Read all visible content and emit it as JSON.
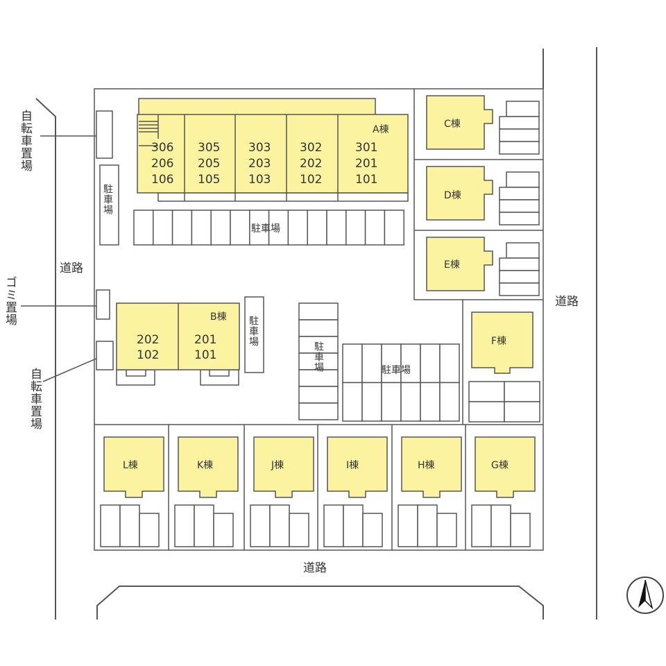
{
  "labels": {
    "road": "道路",
    "parking": "駐車場",
    "bicycle_parking": "自転車置場",
    "garbage": "ゴミ置場"
  },
  "buildings": {
    "A": {
      "name": "A棟",
      "units": [
        [
          "306",
          "206",
          "106"
        ],
        [
          "305",
          "205",
          "105"
        ],
        [
          "303",
          "203",
          "103"
        ],
        [
          "302",
          "202",
          "102"
        ],
        [
          "301",
          "201",
          "101"
        ]
      ]
    },
    "B": {
      "name": "B棟",
      "units": [
        [
          "202",
          "102"
        ],
        [
          "201",
          "101"
        ]
      ]
    },
    "C": "C棟",
    "D": "D棟",
    "E": "E棟",
    "F": "F棟",
    "G": "G棟",
    "H": "H棟",
    "I": "I棟",
    "J": "J棟",
    "K": "K棟",
    "L": "L棟"
  },
  "colors": {
    "building": "#fbf3a0",
    "line": "#555555"
  }
}
